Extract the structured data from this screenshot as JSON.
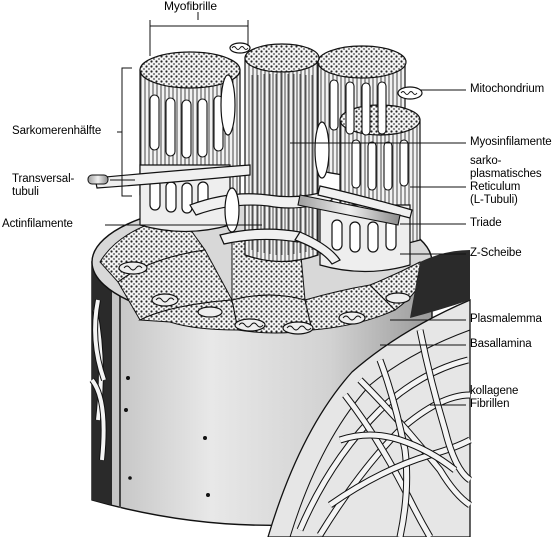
{
  "labels": {
    "myofibrille": "Myofibrille",
    "mitochondrium": "Mitochondrium",
    "sarkomerenhaelfte": "Sarkomerenhälfte",
    "myosinfilamente": "Myosinfilamente",
    "sarko_line1": "sarko-",
    "sarko_line2": "plasmatisches",
    "sarko_line3": "Reticulum",
    "sarko_line4": "(L-Tubuli)",
    "transversal_line1": "Transversal-",
    "transversal_line2": "tubuli",
    "actinfilamente": "Actinfilamente",
    "triade": "Triade",
    "z_scheibe": "Z-Scheibe",
    "plasmalemma": "Plasmalemma",
    "basallamina": "Basallamina",
    "kollagene_line1": "kollagene",
    "kollagene_line2": "Fibrillen"
  },
  "colors": {
    "ink": "#111111",
    "light_fill": "#eeeeee",
    "mid_fill": "#c9c9c9",
    "dark_fill": "#2a2a2a"
  }
}
